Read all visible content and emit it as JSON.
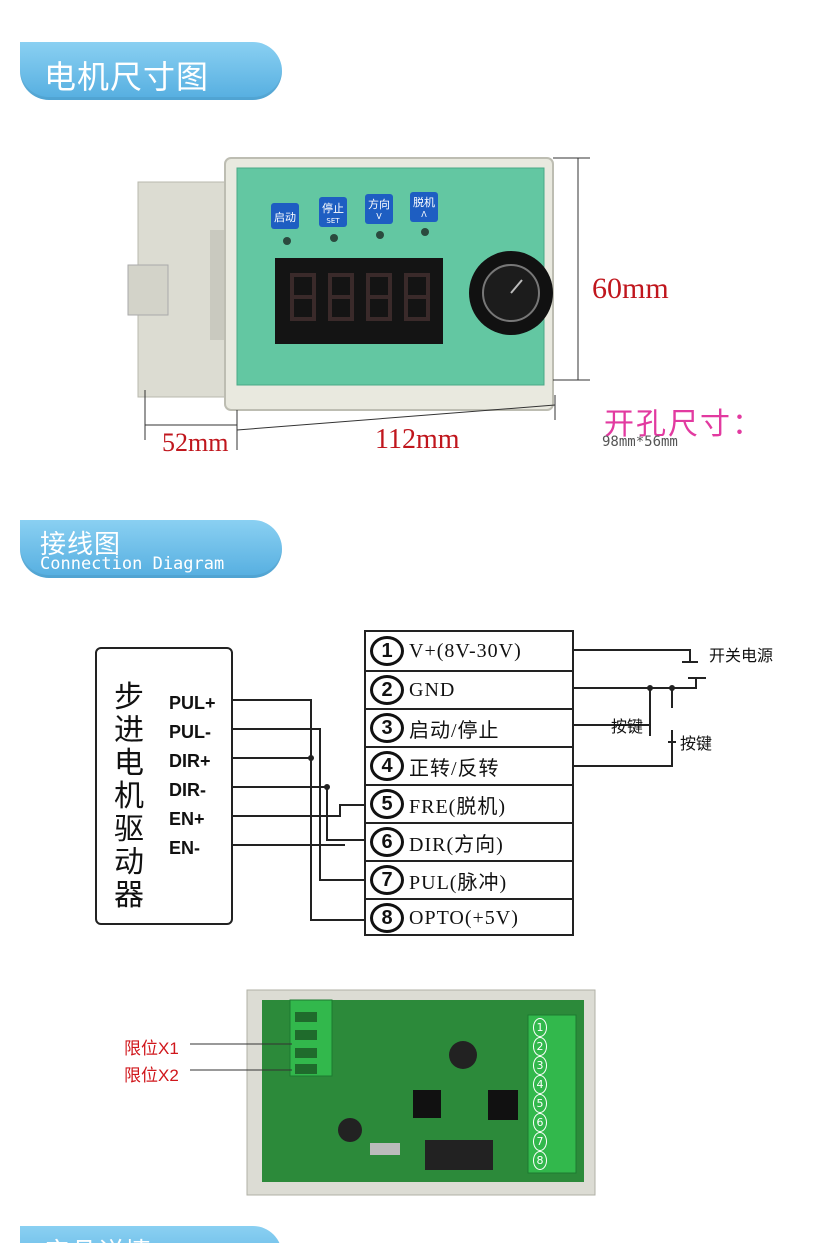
{
  "section1": {
    "title": "电机尺寸图"
  },
  "dimensions": {
    "height": "60mm",
    "depth": "52mm",
    "width": "112mm"
  },
  "cutout": {
    "label": "开孔尺寸：",
    "value": "98mm*56mm"
  },
  "panel": {
    "buttons": [
      {
        "label": "启动",
        "sub": ""
      },
      {
        "label": "停止",
        "sub": "SET"
      },
      {
        "label": "方向",
        "sub": "V"
      },
      {
        "label": "脱机",
        "sub": "Λ"
      }
    ]
  },
  "section2": {
    "title": "接线图",
    "subtitle": "Connection Diagram"
  },
  "driver": {
    "title": "步进电机驱动器",
    "signals": [
      "PUL+",
      "PUL-",
      "DIR+",
      "DIR-",
      "EN+",
      "EN-"
    ]
  },
  "terminals": [
    {
      "num": "1",
      "label": "V+(8V-30V)"
    },
    {
      "num": "2",
      "label": "GND"
    },
    {
      "num": "3",
      "label": "启动/停止"
    },
    {
      "num": "4",
      "label": "正转/反转"
    },
    {
      "num": "5",
      "label": "FRE(脱机)"
    },
    {
      "num": "6",
      "label": "DIR(方向)"
    },
    {
      "num": "7",
      "label": "PUL(脉冲)"
    },
    {
      "num": "8",
      "label": "OPTO(+5V)"
    }
  ],
  "wiring": {
    "power": "开关电源",
    "key1": "按键",
    "key2": "按键"
  },
  "board": {
    "limit1": "限位X1",
    "limit2": "限位X2",
    "pins": [
      "1",
      "2",
      "3",
      "4",
      "5",
      "6",
      "7",
      "8"
    ]
  },
  "section3": {
    "title": "产品详情"
  },
  "colors": {
    "banner": "#6cc0ea",
    "panel": "#63c7a2",
    "dimension": "#c0161d",
    "cutout": "#e23aa0"
  }
}
